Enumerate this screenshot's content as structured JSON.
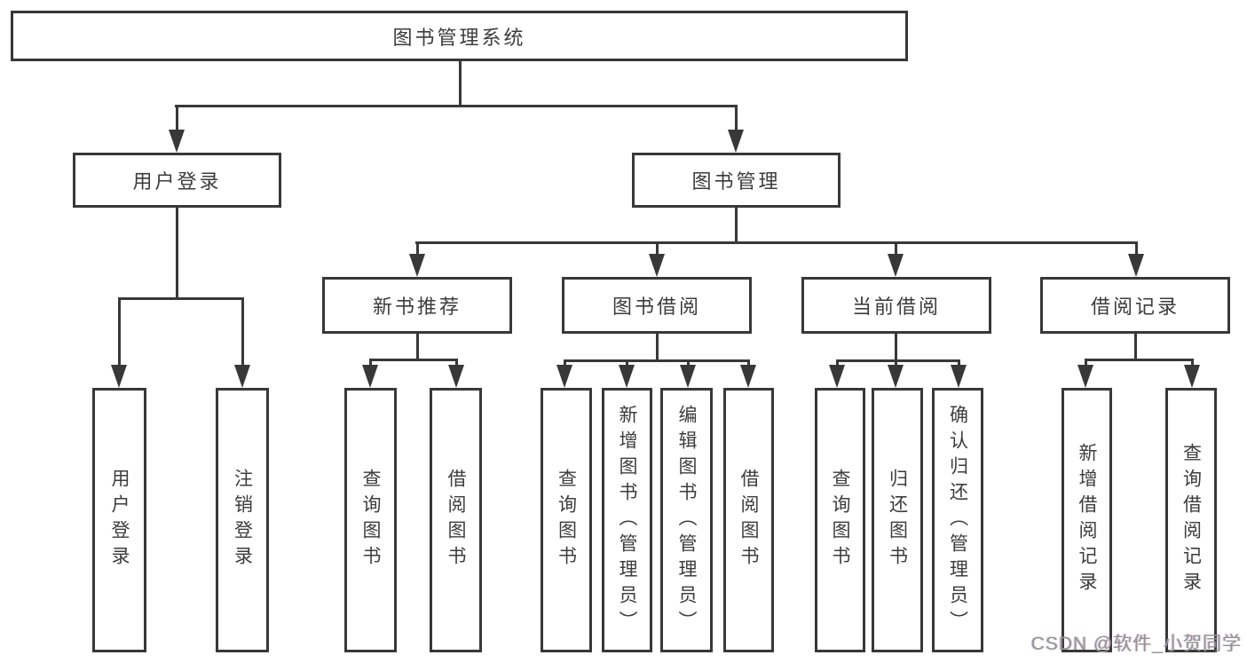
{
  "nodes": {
    "root": "图书管理系统",
    "user_login": "用户登录",
    "book_management": "图书管理",
    "login": "用户登录",
    "logout": "注销登录",
    "new_book_recommend": "新书推荐",
    "book_borrowing": "图书借阅",
    "current_borrowing": "当前借阅",
    "borrowing_records": "借阅记录",
    "nbr_query_book": "查询图书",
    "nbr_borrow_book": "借阅图书",
    "bb_query_book": "查询图书",
    "bb_add_book": "新增图书（管理员）",
    "bb_edit_book": "编辑图书（管理员）",
    "bb_borrow_book": "借阅图书",
    "cb_query_book": "查询图书",
    "cb_return_book": "归还图书",
    "cb_confirm_return": "确认归还（管理员）",
    "br_add_record": "新增借阅记录",
    "br_query_record": "查询借阅记录"
  },
  "watermark": {
    "text": "CSDN @软件_小贺同学"
  },
  "colors": {
    "line": "#383838",
    "text": "#3c3c3c",
    "watermark": "#949494",
    "background": "#ffffff"
  }
}
